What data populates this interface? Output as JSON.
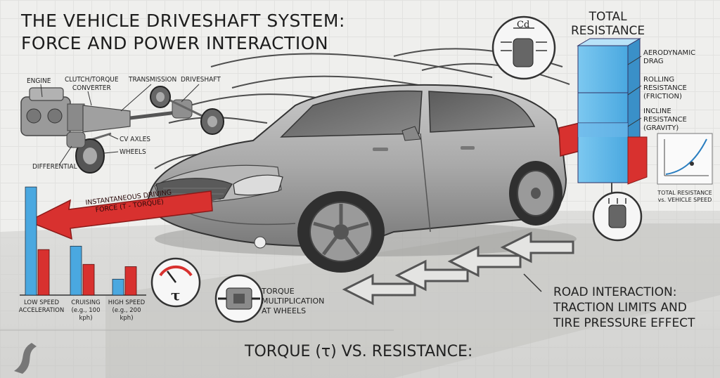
{
  "title": {
    "line1": "THE VEHICLE DRIVESHAFT SYSTEM:",
    "line2": "FORCE AND POWER INTERACTION"
  },
  "drivetrain": {
    "engine": "ENGINE",
    "clutch": "CLUTCH/TORQUE\nCONVERTER",
    "transmission": "TRANSMISSION",
    "driveshaft": "DRIVESHAFT",
    "cv_axles": "CV AXLES",
    "wheels": "WHEELS",
    "differential": "DIFFERENTIAL"
  },
  "driving_force": {
    "label": "INSTANTANEOUS DRIVING\nFORCE (τ - TORQUE)"
  },
  "bar_chart": {
    "categories": [
      {
        "label": "LOW SPEED\nACCELERATION",
        "force": 95,
        "resistance": 40
      },
      {
        "label": "CRUISING\n(e.g., 100 kph)",
        "force": 43,
        "resistance": 27
      },
      {
        "label": "HIGH SPEED\n(e.g., 200 kph)",
        "force": 14,
        "resistance": 25
      }
    ],
    "colors": {
      "force": "#4aa8e0",
      "resistance": "#d8312f"
    }
  },
  "gauge": {
    "symbol": "τ"
  },
  "torque_mult": {
    "label": "TORQUE\nMULTIPLICATION\nAT WHEELS"
  },
  "resistance": {
    "title": "TOTAL\nRESISTANCE",
    "drag_symbol": "Cd",
    "segments": [
      {
        "label": "AERODYNAMIC\nDRAG"
      },
      {
        "label": "ROLLING\nRESISTANCE\n(FRICTION)"
      },
      {
        "label": "INCLINE\nRESISTANCE\n(GRAVITY)"
      }
    ],
    "curve_caption": "TOTAL RESISTANCE\nvs. VEHICLE SPEED"
  },
  "road": {
    "label": "ROAD INTERACTION:\nTRACTION LIMITS AND\nTIRE PRESSURE EFFECT"
  },
  "footer": {
    "caption": "TORQUE (τ) VS. RESISTANCE:"
  },
  "colors": {
    "red": "#d8312f",
    "blue": "#4aa8e0",
    "lightblue": "#8fcdf0"
  }
}
